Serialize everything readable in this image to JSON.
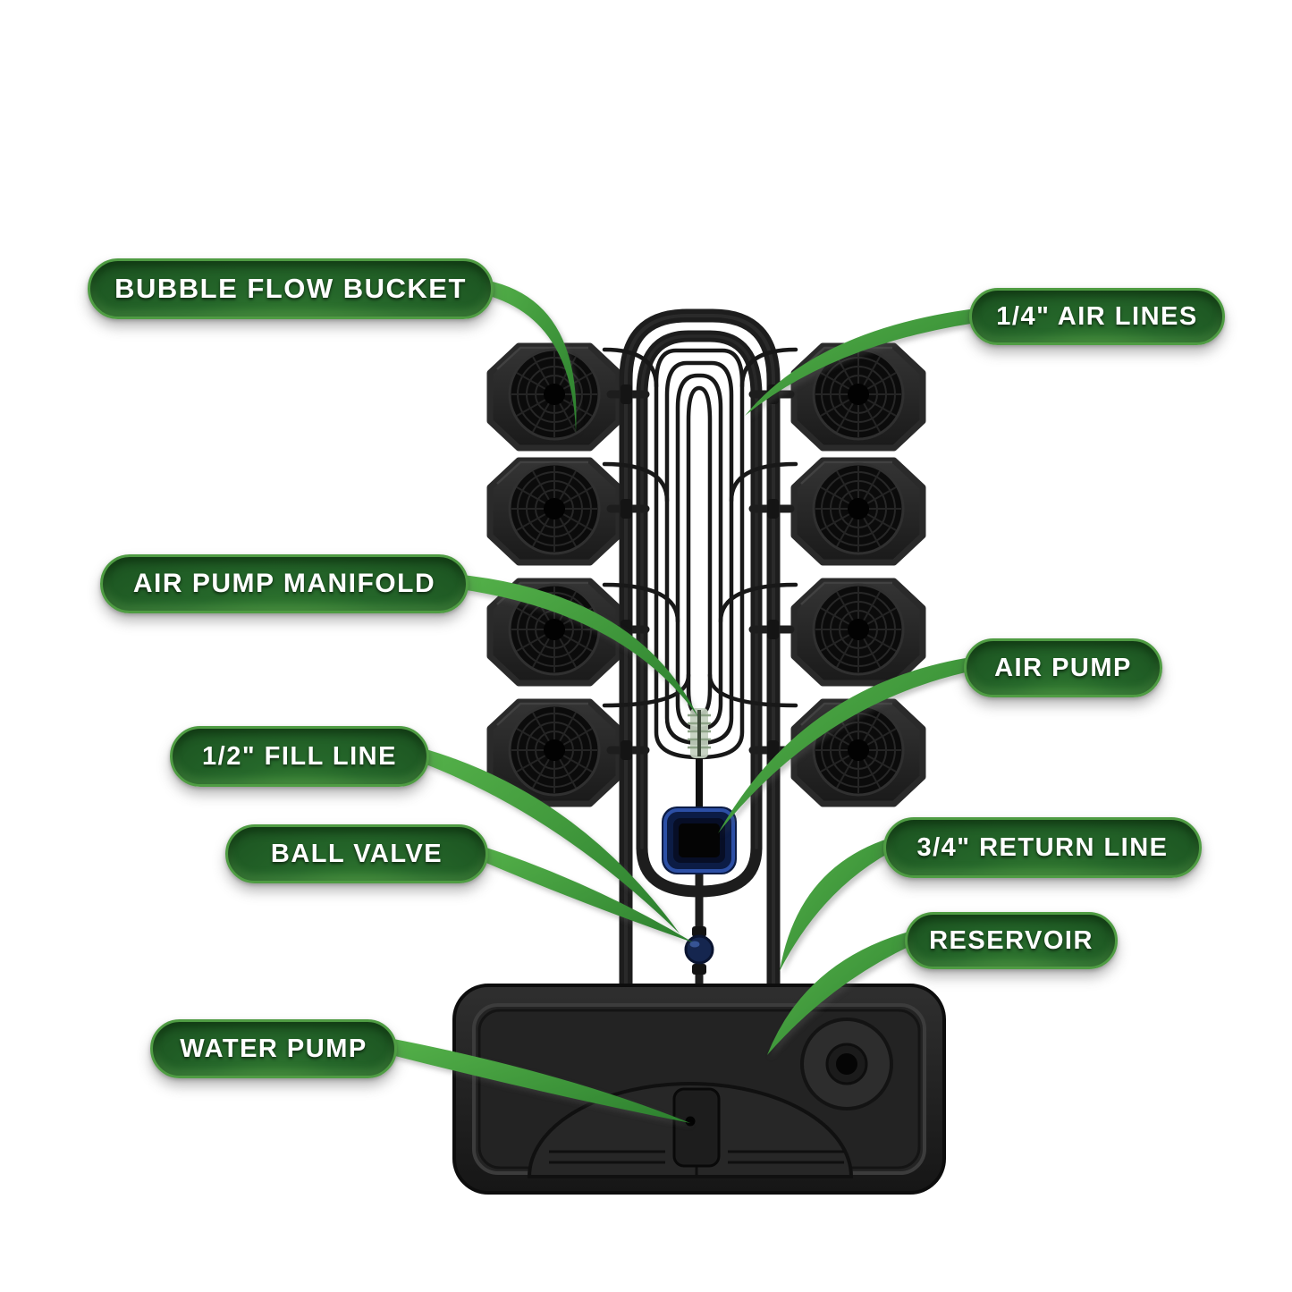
{
  "diagram": {
    "title_semantic": "bubble-flow-buckets-hydroponic-system",
    "background_color": "#ffffff",
    "labels": [
      {
        "id": "bubble-flow-bucket",
        "text": "BUBBLE FLOW BUCKET"
      },
      {
        "id": "air-lines",
        "text": "1/4\" AIR LINES"
      },
      {
        "id": "air-pump-manifold",
        "text": "AIR PUMP MANIFOLD"
      },
      {
        "id": "air-pump",
        "text": "AIR PUMP"
      },
      {
        "id": "fill-line",
        "text": "1/2\" FILL LINE"
      },
      {
        "id": "ball-valve",
        "text": "BALL VALVE"
      },
      {
        "id": "return-line",
        "text": "3/4\" RETURN LINE"
      },
      {
        "id": "reservoir",
        "text": "RESERVOIR"
      },
      {
        "id": "water-pump",
        "text": "WATER PUMP"
      }
    ],
    "colors": {
      "label_pill_green": "#1f5c20",
      "label_rim_green": "#4f9c43",
      "leader_green": "#3fa03c",
      "component_black": "#1e1e1e",
      "air_pump_blue": "#16306e",
      "ball_valve_blue": "#15264f"
    },
    "component_counts": {
      "buckets": 8,
      "labels": 9
    }
  }
}
